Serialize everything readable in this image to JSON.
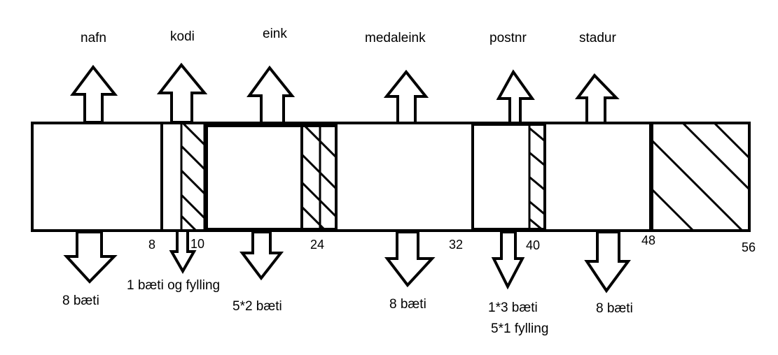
{
  "fields_top": [
    {
      "name": "nafn"
    },
    {
      "name": "kodi"
    },
    {
      "name": "eink"
    },
    {
      "name": "medaleink"
    },
    {
      "name": "postnr"
    },
    {
      "name": "stadur"
    }
  ],
  "offsets": [
    "8",
    "10",
    "24",
    "32",
    "40",
    "48",
    "56"
  ],
  "sizes_bottom": [
    "8 bæti",
    "1 bæti og fylling",
    "5*2 bæti",
    "8 bæti",
    "1*3 bæti",
    "5*1 fylling",
    "8 bæti"
  ],
  "colors": {
    "stroke": "#000000",
    "fill": "#ffffff"
  }
}
